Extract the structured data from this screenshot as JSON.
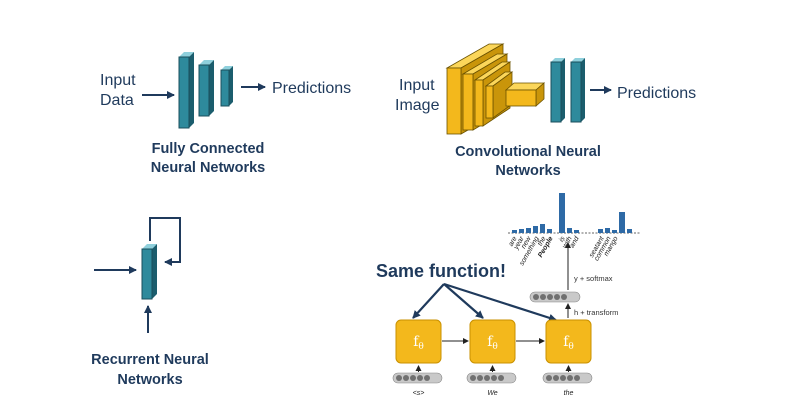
{
  "fc": {
    "input_line1": "Input",
    "input_line2": "Data",
    "output": "Predictions",
    "caption_line1": "Fully Connected",
    "caption_line2": "Neural Networks"
  },
  "cnn": {
    "input_line1": "Input",
    "input_line2": "Image",
    "output": "Predictions",
    "caption_line1": "Convolutional Neural",
    "caption_line2": "Networks"
  },
  "rnn": {
    "caption_line1": "Recurrent Neural",
    "caption_line2": "Networks"
  },
  "rnn_example": {
    "headline": "Same function!",
    "cell_label": "f",
    "cell_subscript": "θ",
    "inputs": [
      "<s>",
      "We",
      "the"
    ],
    "softmax_label": "y + softmax",
    "transform_label": "h + transform",
    "vocab": [
      "are",
      "year",
      "new",
      "something",
      "the",
      "People",
      "is",
      "with",
      "and",
      "seatant",
      "common",
      "mango"
    ]
  },
  "colors": {
    "teal": "#2e8a9c",
    "teal_dark": "#1b5d6d",
    "gold": "#f3b81c",
    "navy": "#1f3a5c",
    "bar": "#2e6aa6"
  }
}
